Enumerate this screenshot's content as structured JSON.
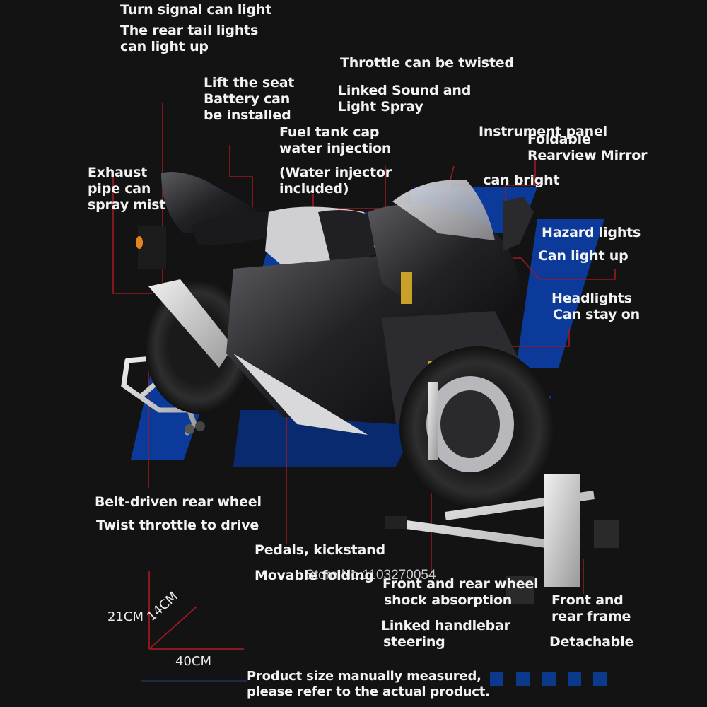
{
  "colors": {
    "background": "#131313",
    "accent_blue": "#0b3a9a",
    "leader_line_red": "#9b1a1f",
    "text": "#f2f2f2"
  },
  "labels": {
    "turn_signal": [
      "Turn signal can light"
    ],
    "rear_tail_lights": [
      "The rear tail lights",
      "can light up"
    ],
    "throttle": [
      "Throttle can be twisted"
    ],
    "lift_seat": [
      "Lift the seat",
      "Battery can",
      "be installed"
    ],
    "linked_sound": [
      "Linked Sound and",
      "Light Spray"
    ],
    "instrument_panel": [
      "Instrument panel",
      " can bright"
    ],
    "fuel_tank": [
      "Fuel tank cap",
      "water injection"
    ],
    "water_injector": [
      "(Water injector",
      "included)"
    ],
    "foldable_mirror": [
      "Foldable",
      "Rearview Mirror"
    ],
    "exhaust": [
      "Exhaust",
      "pipe can",
      "spray mist"
    ],
    "hazard_lights": [
      "Hazard lights"
    ],
    "hazard_can_light": [
      "Can light up"
    ],
    "headlights": [
      "Headlights",
      "Can stay on"
    ],
    "belt_driven": [
      "Belt-driven rear wheel"
    ],
    "twist_throttle": [
      "Twist throttle to drive"
    ],
    "pedals": [
      "Pedals, kickstand"
    ],
    "movable_folding": [
      "Movable folding"
    ],
    "shock_absorption": [
      "Front and rear wheel",
      "shock absorption"
    ],
    "handlebar_steering": [
      "Linked handlebar",
      "steering"
    ],
    "frame": [
      "Front and",
      "rear frame"
    ],
    "detachable": [
      "Detachable"
    ],
    "disclaimer": [
      "Product size manually measured,",
      "please refer to the actual product."
    ]
  },
  "dimensions": {
    "height": "21CM",
    "width": "14CM",
    "length": "40CM"
  },
  "watermark": "Store No.1103270054",
  "product_image": "sport-motorcycle-model-on-paddock-stands"
}
